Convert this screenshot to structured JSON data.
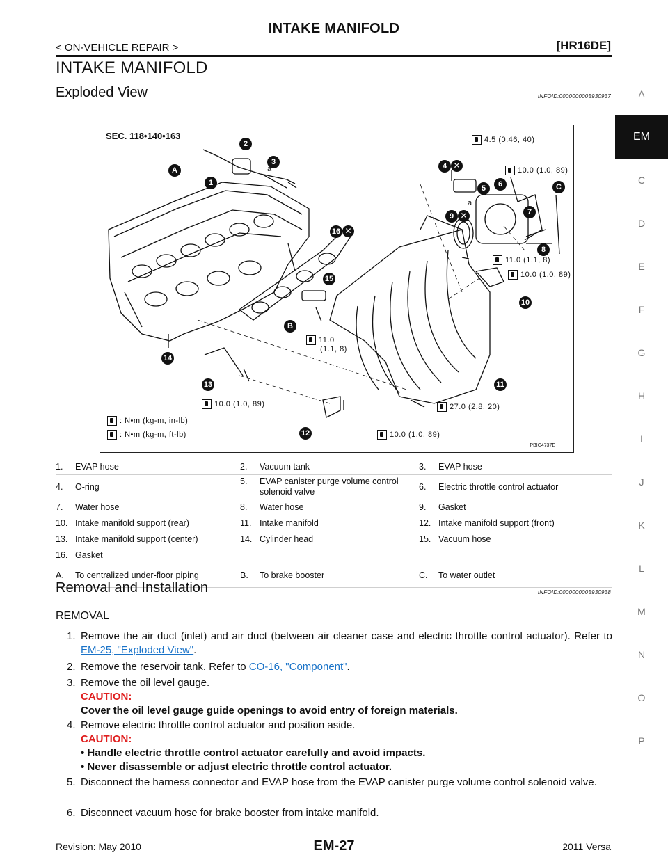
{
  "header": {
    "title": "INTAKE MANIFOLD",
    "section": "< ON-VEHICLE REPAIR >",
    "model": "[HR16DE]"
  },
  "side_index": [
    "A",
    "EM",
    "C",
    "D",
    "E",
    "F",
    "G",
    "H",
    "I",
    "J",
    "K",
    "L",
    "M",
    "N",
    "O",
    "P"
  ],
  "page_title": "INTAKE MANIFOLD",
  "exploded": {
    "title": "Exploded View",
    "infoid": "INFOID:0000000005930937"
  },
  "figure": {
    "sec": "SEC. 118•140•163",
    "code": "PBIC4737E",
    "label_a": "a",
    "torques": {
      "t1": "4.5 (0.46, 40)",
      "t2": "10.0 (1.0, 89)",
      "t3": "11.0 (1.1, 8)",
      "t4": "10.0 (1.0, 89)",
      "t5a": "11.0",
      "t5b": "(1.1, 8)",
      "t6": "10.0 (1.0, 89)",
      "t7": "27.0 (2.8, 20)",
      "t8": "10.0 (1.0, 89)"
    },
    "legend": [
      ": N•m (kg-m, in-lb)",
      ": N•m (kg-m, ft-lb)"
    ],
    "callouts": [
      "A",
      "B",
      "C",
      "1",
      "2",
      "3",
      "4",
      "5",
      "6",
      "7",
      "8",
      "9",
      "10",
      "11",
      "12",
      "13",
      "14",
      "15",
      "16"
    ]
  },
  "parts": [
    [
      [
        "1.",
        "EVAP hose"
      ],
      [
        "2.",
        "Vacuum tank"
      ],
      [
        "3.",
        "EVAP hose"
      ]
    ],
    [
      [
        "4.",
        "O-ring"
      ],
      [
        "5.",
        "EVAP canister purge volume control solenoid valve"
      ],
      [
        "6.",
        "Electric throttle control actuator"
      ]
    ],
    [
      [
        "7.",
        "Water hose"
      ],
      [
        "8.",
        "Water hose"
      ],
      [
        "9.",
        "Gasket"
      ]
    ],
    [
      [
        "10.",
        "Intake manifold support (rear)"
      ],
      [
        "11.",
        "Intake manifold"
      ],
      [
        "12.",
        "Intake manifold support (front)"
      ]
    ],
    [
      [
        "13.",
        "Intake manifold support (center)"
      ],
      [
        "14.",
        "Cylinder head"
      ],
      [
        "15.",
        "Vacuum hose"
      ]
    ],
    [
      [
        "16.",
        "Gasket"
      ],
      [
        "",
        ""
      ],
      [
        "",
        ""
      ]
    ],
    [
      [
        "A.",
        "To centralized under-floor piping"
      ],
      [
        "B.",
        "To brake booster"
      ],
      [
        "C.",
        "To water outlet"
      ]
    ]
  ],
  "removal_installation": {
    "title": "Removal and Installation",
    "infoid": "INFOID:0000000005930938"
  },
  "removal": {
    "label": "REMOVAL",
    "s1_num": "1.",
    "s1_text": "Remove the air duct (inlet) and air duct (between air cleaner case and electric throttle control actuator). Refer to",
    "s1_link": "EM-25, \"Exploded View\"",
    "s2_num": "2.",
    "s2_text": "Remove the reservoir tank. Refer to",
    "s2_link": "CO-16, \"Component\"",
    "s3_num": "3.",
    "s3_text": "Remove the oil level gauge.",
    "s3_caution": "CAUTION:",
    "s3_caution_text": "Cover the oil level gauge guide openings to avoid entry of foreign materials.",
    "s4_num": "4.",
    "s4_text": "Remove electric throttle control actuator and position aside.",
    "s4_caution": "CAUTION:",
    "s4_bullet1": "• Handle electric throttle control actuator carefully and avoid impacts.",
    "s4_bullet2": "• Never disassemble or adjust electric throttle control actuator.",
    "s5_num": "5.",
    "s5_text": "Disconnect the harness connector and EVAP hose from the EVAP canister purge volume control solenoid valve.",
    "s6_num": "6.",
    "s6_text": "Disconnect vacuum hose for brake booster from intake manifold."
  },
  "footer": {
    "revision": "Revision: May 2010",
    "page": "EM-27",
    "vehicle": "2011 Versa"
  }
}
